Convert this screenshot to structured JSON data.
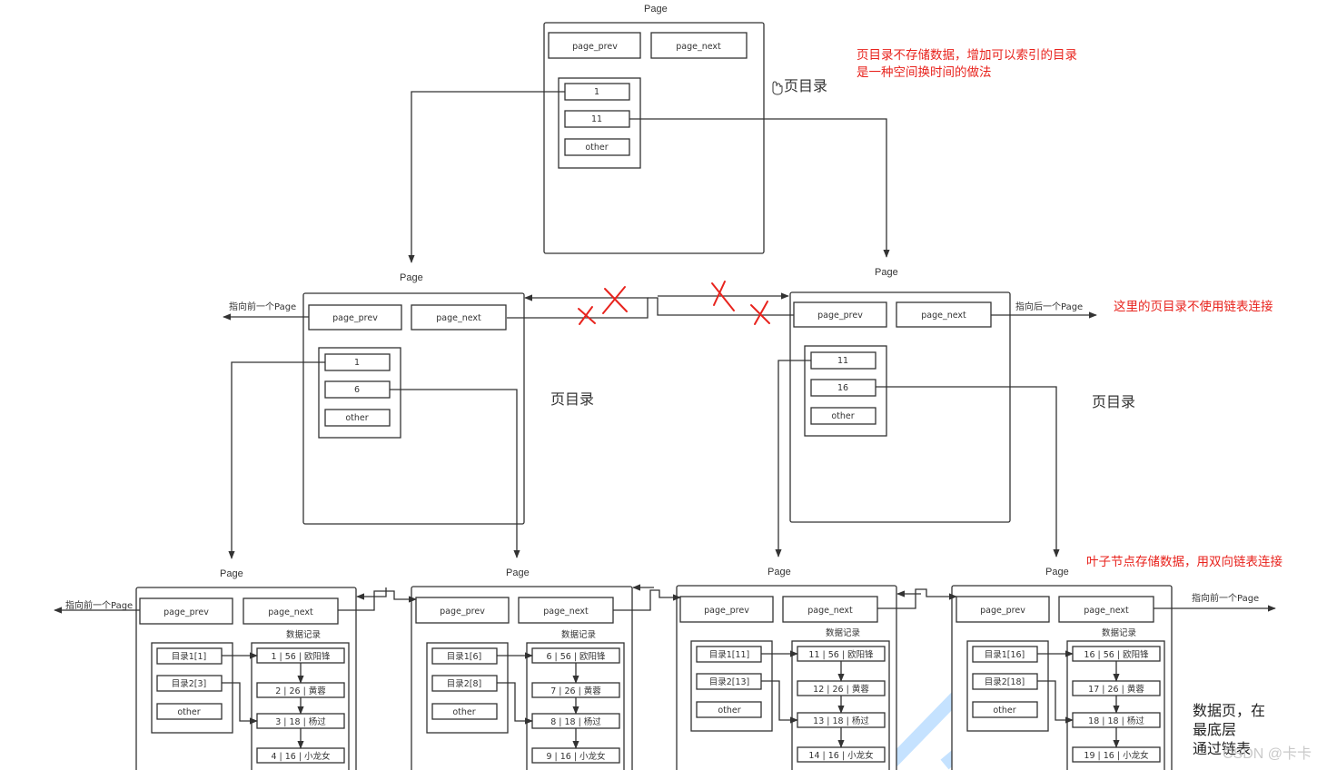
{
  "labels": {
    "page": "Page",
    "page_prev": "page_prev",
    "page_next": "page_next",
    "other": "other",
    "page_directory": "页目录",
    "data_records": "数据记录",
    "to_prev_page": "指向前一个Page",
    "to_next_page": "指向后一个Page"
  },
  "notes": {
    "top_line1": "页目录不存储数据，增加可以索引的目录",
    "top_line2": "是一种空间换时间的做法",
    "middle": "这里的页目录不使用链表连接",
    "leaf": "叶子节点存储数据，用双向链表连接",
    "bottom_line1": "数据页，在",
    "bottom_line2": "最底层",
    "bottom_line3": "通过链表"
  },
  "watermark": "CSDN @卡卡",
  "root": {
    "entries": [
      "1",
      "11",
      "other"
    ]
  },
  "mid_left": {
    "entries": [
      "1",
      "6",
      "other"
    ]
  },
  "mid_right": {
    "entries": [
      "11",
      "16",
      "other"
    ]
  },
  "leaves": [
    {
      "dir": [
        "目录1[1]",
        "目录2[3]",
        "other"
      ],
      "records": [
        "1 | 56 | 欧阳锋",
        "2 | 26 | 黄蓉",
        "3 | 18 | 杨过",
        "4 | 16 | 小龙女"
      ]
    },
    {
      "dir": [
        "目录1[6]",
        "目录2[8]",
        "other"
      ],
      "records": [
        "6 | 56 | 欧阳锋",
        "7 | 26 | 黄蓉",
        "8 | 18 | 杨过",
        "9 | 16 | 小龙女"
      ]
    },
    {
      "dir": [
        "目录1[11]",
        "目录2[13]",
        "other"
      ],
      "records": [
        "11 | 56 | 欧阳锋",
        "12 | 26 | 黄蓉",
        "13 | 18 | 杨过",
        "14 | 16 | 小龙女"
      ]
    },
    {
      "dir": [
        "目录1[16]",
        "目录2[18]",
        "other"
      ],
      "records": [
        "16 | 56 | 欧阳锋",
        "17 | 26 | 黄蓉",
        "18 | 18 | 杨过",
        "19 | 16 | 小龙女"
      ]
    }
  ],
  "colors": {
    "line": "#333333",
    "note": "#e8231d",
    "watermark_blue": "#1e90ff"
  }
}
